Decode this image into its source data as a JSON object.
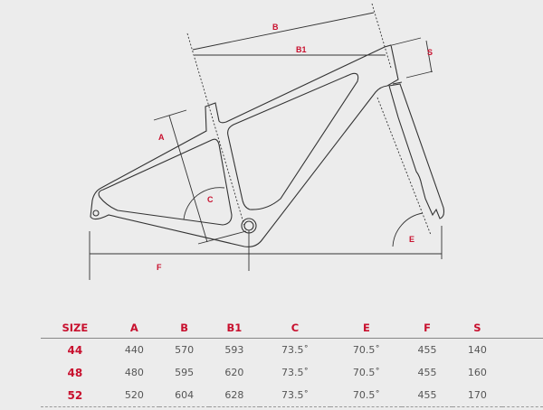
{
  "diagram": {
    "labels": {
      "A": "A",
      "B": "B",
      "B1": "B1",
      "C": "C",
      "E": "E",
      "F": "F",
      "S": "S"
    }
  },
  "table": {
    "headers": [
      "SIZE",
      "A",
      "B",
      "B1",
      "C",
      "E",
      "F",
      "S"
    ],
    "rows": [
      [
        "44",
        "440",
        "570",
        "593",
        "73.5˚",
        "70.5˚",
        "455",
        "140"
      ],
      [
        "48",
        "480",
        "595",
        "620",
        "73.5˚",
        "70.5˚",
        "455",
        "160"
      ],
      [
        "52",
        "520",
        "604",
        "628",
        "73.5˚",
        "70.5˚",
        "455",
        "170"
      ]
    ]
  },
  "colors": {
    "accent": "#c8102e",
    "line": "#333333",
    "background": "#ececec"
  }
}
